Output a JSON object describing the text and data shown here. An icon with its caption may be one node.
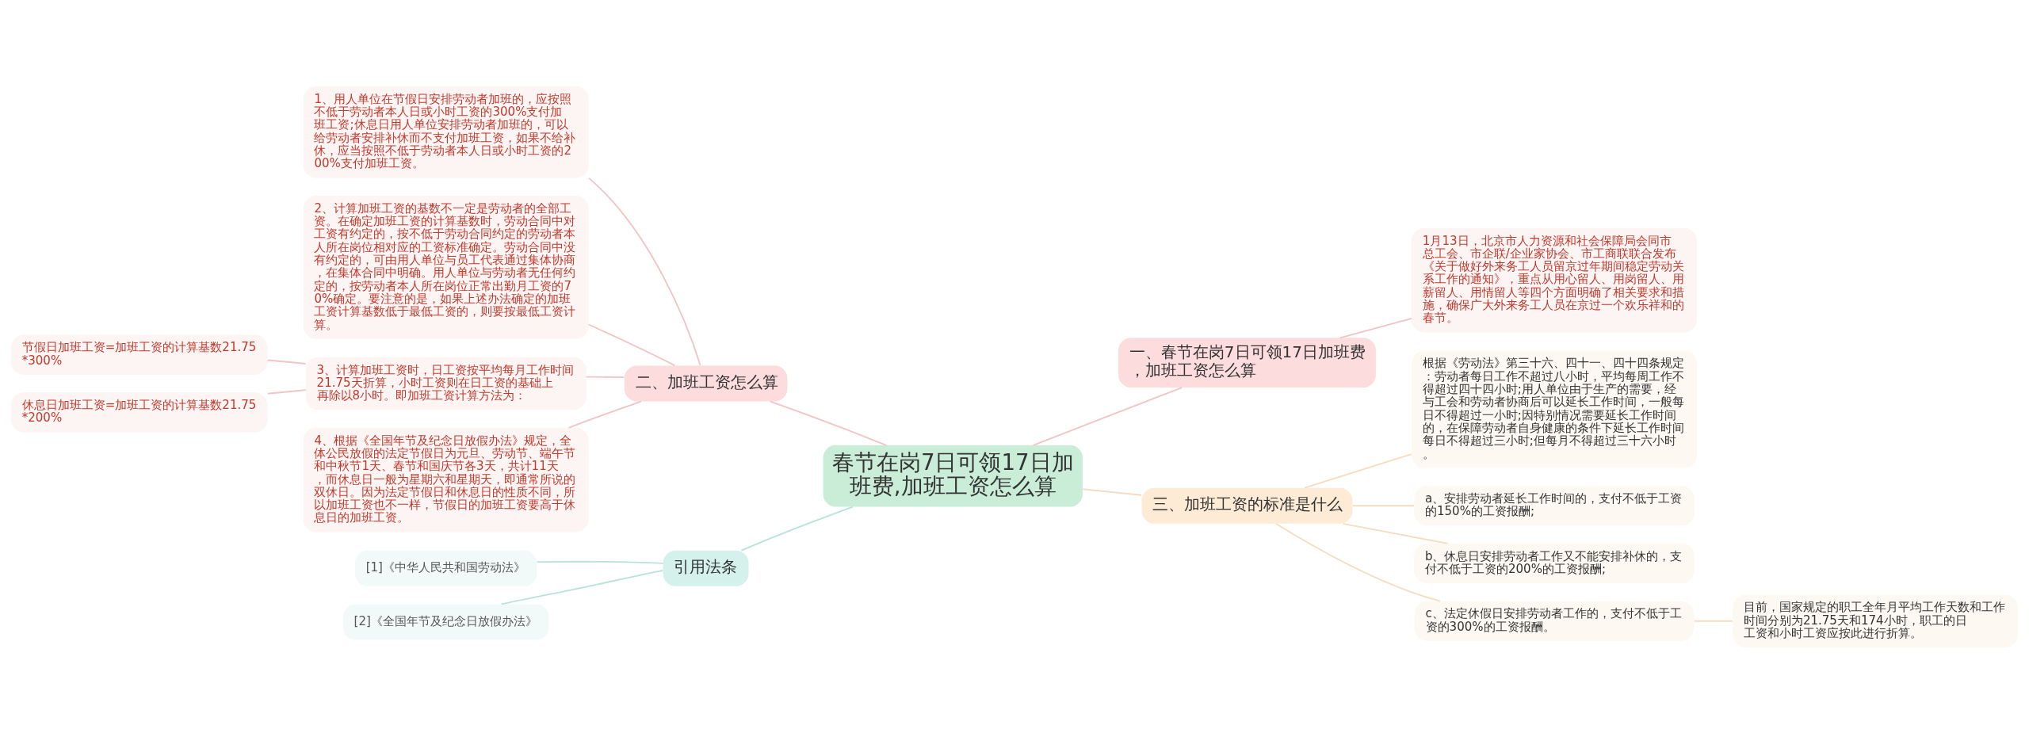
{
  "diagram": {
    "nodes": [
      {
        "text": [
          "春节在岗7日可领17日加班费,加班工资怎么算"
        ]
      },
      {
        "text": [
          "一、春节在岗7日可领17日加班费，加班工资怎么算"
        ]
      },
      {
        "text": [
          "1月13日，北京市人力资源和社会保障局会同市总工会、市企联/企业家协会、市工商联联合发布《关于做好外来务工人员留京过年期间稳定劳动关系工作的通知》，重点从用心留人、用岗留人、用薪留人、用情留人等四个方面明确了相关要求和措施，确保广大外来务工人员在京过一个欢乐祥和的春节。"
        ]
      },
      {
        "text": [
          "二、加班工资怎么算"
        ]
      },
      {
        "text": [
          "1、用人单位在节假日安排劳动者加班的，应按照不低于劳动者本人日或小时工资的300%支付加班工资;休息日用人单位安排劳动者加班的，可以给劳动者安排补休而不支付加班工资，如果不给补休，应当按照不低于劳动者本人日或小时工资的200%支付加班工资。"
        ]
      },
      {
        "text": [
          "2、计算加班工资的基数不一定是劳动者的全部工资。在确定加班工资的计算基数时，劳动合同中对工资有约定的，按不低于劳动合同约定的劳动者本人所在岗位相对应的工资标准确定。劳动合同中没有约定的，可由用人单位与员工代表通过集体协商，在集体合同中明确。用人单位与劳动者无任何约定的，按劳动者本人所在岗位正常出勤月工资的70%确定。要注意的是，如果上述办法确定的加班工资计算基数低于最低工资的，则要按最低工资计算。"
        ]
      },
      {
        "text": [
          "3、计算加班工资时，日工资按平均每月工作时间21.75天折算，小时工资则在日工资的基础上再除以8小时。即加班工资计算方法为："
        ]
      },
      {
        "text": [
          "节假日加班工资=加班工资的计算基数21.75*300%"
        ]
      },
      {
        "text": [
          "休息日加班工资=加班工资的计算基数21.75*200%"
        ]
      },
      {
        "text": [
          "4、根据《全国年节及纪念日放假办法》规定，全体公民放假的法定节假日为元旦、劳动节、端午节和中秋节1天、春节和国庆节各3天，共计11天，而休息日一般为星期六和星期天，即通常所说的双休日。因为法定节假日和休息日的性质不同，所以加班工资也不一样，节假日的加班工资要高于休息日的加班工资。"
        ]
      },
      {
        "text": [
          "三、加班工资的标准是什么"
        ]
      },
      {
        "text": [
          "根据《劳动法》第三十六、四十一、四十四条规定：劳动者每日工作不超过八小时，平均每周工作不得超过四十四小时;用人单位由于生产的需要，经与工会和劳动者协商后可以延长工作时间，一般每日不得超过一小时;因特别情况需要延长工作时间的，在保障劳动者自身健康的条件下延长工作时间每日不得超过三小时;但每月不得超过三十六小时。"
        ]
      },
      {
        "text": [
          "a、安排劳动者延长工作时间的，支付不低于工资的150%的工资报酬;"
        ]
      },
      {
        "text": [
          "b、休息日安排劳动者工作又不能安排补休的，支付不低于工资的200%的工资报酬;"
        ]
      },
      {
        "text": [
          "c、法定休假日安排劳动者工作的，支付不低于工资的300%的工资报酬。"
        ]
      },
      {
        "text": [
          "目前，国家规定的职工全年月平均工作天数和工作时间分别为21.75天和174小时，职工的日工资和小时工资应按此进行折算。"
        ]
      },
      {
        "text": [
          "引用法条"
        ]
      },
      {
        "text": [
          "[1]《中华人民共和国劳动法》"
        ]
      },
      {
        "text": [
          "[2]《全国年节及纪念日放假办法》"
        ]
      }
    ],
    "edges": [
      {
        "from": 0,
        "to": 1,
        "arrow": "none"
      },
      {
        "from": 1,
        "to": 2,
        "arrow": "none"
      },
      {
        "from": 0,
        "to": 3,
        "arrow": "none"
      },
      {
        "from": 3,
        "to": 4,
        "arrow": "none"
      },
      {
        "from": 3,
        "to": 5,
        "arrow": "none"
      },
      {
        "from": 3,
        "to": 6,
        "arrow": "none"
      },
      {
        "from": 6,
        "to": 7,
        "arrow": "none"
      },
      {
        "from": 6,
        "to": 8,
        "arrow": "none"
      },
      {
        "from": 3,
        "to": 9,
        "arrow": "none"
      },
      {
        "from": 0,
        "to": 10,
        "arrow": "none",
        "color": "#f6dcc0"
      },
      {
        "from": 10,
        "to": 11,
        "arrow": "none",
        "color": "#f6dcc0"
      },
      {
        "from": 10,
        "to": 12,
        "arrow": "none",
        "color": "#f6dcc0"
      },
      {
        "from": 10,
        "to": 13,
        "arrow": "none",
        "color": "#f6dcc0"
      },
      {
        "from": 10,
        "to": 14,
        "arrow": "none",
        "color": "#f6dcc0"
      },
      {
        "from": 14,
        "to": 15,
        "arrow": "none",
        "color": "#f6dcc0"
      },
      {
        "from": 0,
        "to": 16,
        "arrow": "none",
        "color": "#b8e3da"
      },
      {
        "from": 16,
        "to": 17,
        "arrow": "none",
        "color": "#b8e3da"
      },
      {
        "from": 16,
        "to": 18,
        "arrow": "none",
        "color": "#b8e3da"
      }
    ]
  }
}
